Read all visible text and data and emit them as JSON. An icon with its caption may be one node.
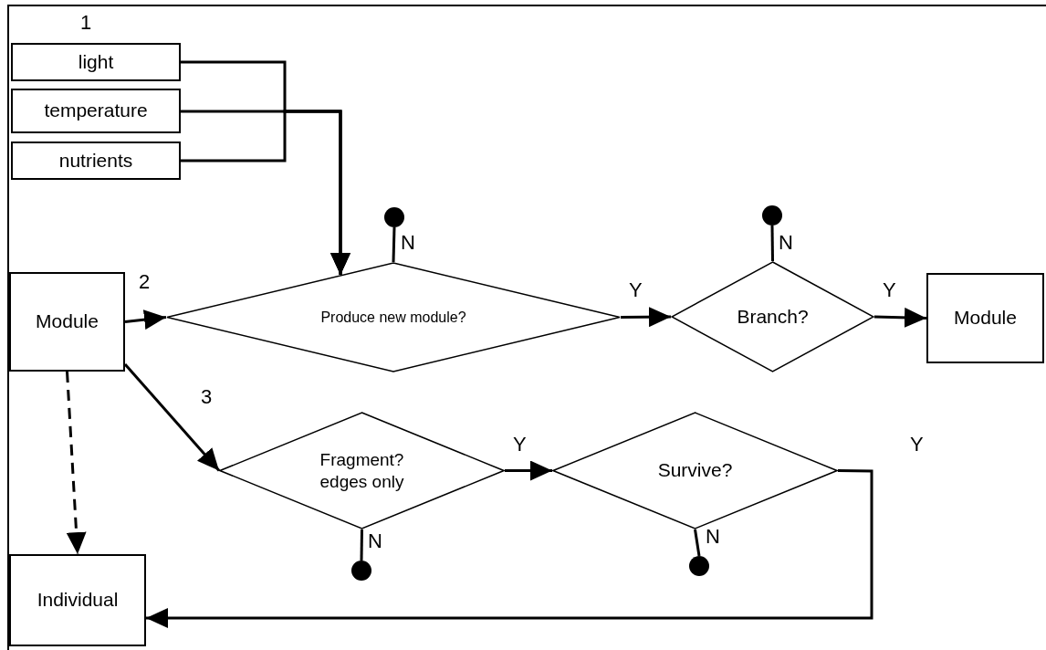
{
  "diagram": {
    "nodes": [
      {
        "text": [
          "light"
        ]
      },
      {
        "text": [
          "temperature"
        ]
      },
      {
        "text": [
          "nutrients"
        ]
      },
      {
        "text": [
          "Module"
        ]
      },
      {
        "text": [
          "Produce new module?"
        ]
      },
      {
        "text": [
          "Branch?"
        ]
      },
      {
        "text": [
          "Module"
        ]
      },
      {
        "text": [
          "Fragment?",
          "edges only"
        ]
      },
      {
        "text": [
          "Survive?"
        ]
      },
      {
        "text": [
          "Individual"
        ]
      },
      {
        "text": [],
        "shape": "circle"
      },
      {
        "text": [],
        "shape": "circle"
      },
      {
        "text": [],
        "shape": "circle"
      },
      {
        "text": [],
        "shape": "circle"
      }
    ],
    "edges": [
      {
        "from": 0,
        "to": 4,
        "arrow": "to"
      },
      {
        "from": 1,
        "to": 4,
        "arrow": "to"
      },
      {
        "from": 2,
        "to": 4,
        "arrow": "to"
      },
      {
        "from": 3,
        "to": 4,
        "arrow": "to"
      },
      {
        "from": 4,
        "to": 10,
        "arrow": "none",
        "label": "N"
      },
      {
        "from": 4,
        "to": 5,
        "arrow": "to",
        "label": "Y"
      },
      {
        "from": 5,
        "to": 11,
        "arrow": "none",
        "label": "N"
      },
      {
        "from": 5,
        "to": 6,
        "arrow": "to",
        "label": "Y"
      },
      {
        "from": 3,
        "to": 7,
        "arrow": "to"
      },
      {
        "from": 7,
        "to": 8,
        "arrow": "to",
        "label": "Y"
      },
      {
        "from": 7,
        "to": 12,
        "arrow": "none",
        "label": "N"
      },
      {
        "from": 8,
        "to": 13,
        "arrow": "none",
        "label": "N"
      },
      {
        "from": 8,
        "to": 9,
        "arrow": "to",
        "label": "Y"
      },
      {
        "from": 3,
        "to": 9,
        "arrow": "to",
        "style": "dashed"
      }
    ],
    "labels": [
      "1",
      "2",
      "3"
    ]
  }
}
